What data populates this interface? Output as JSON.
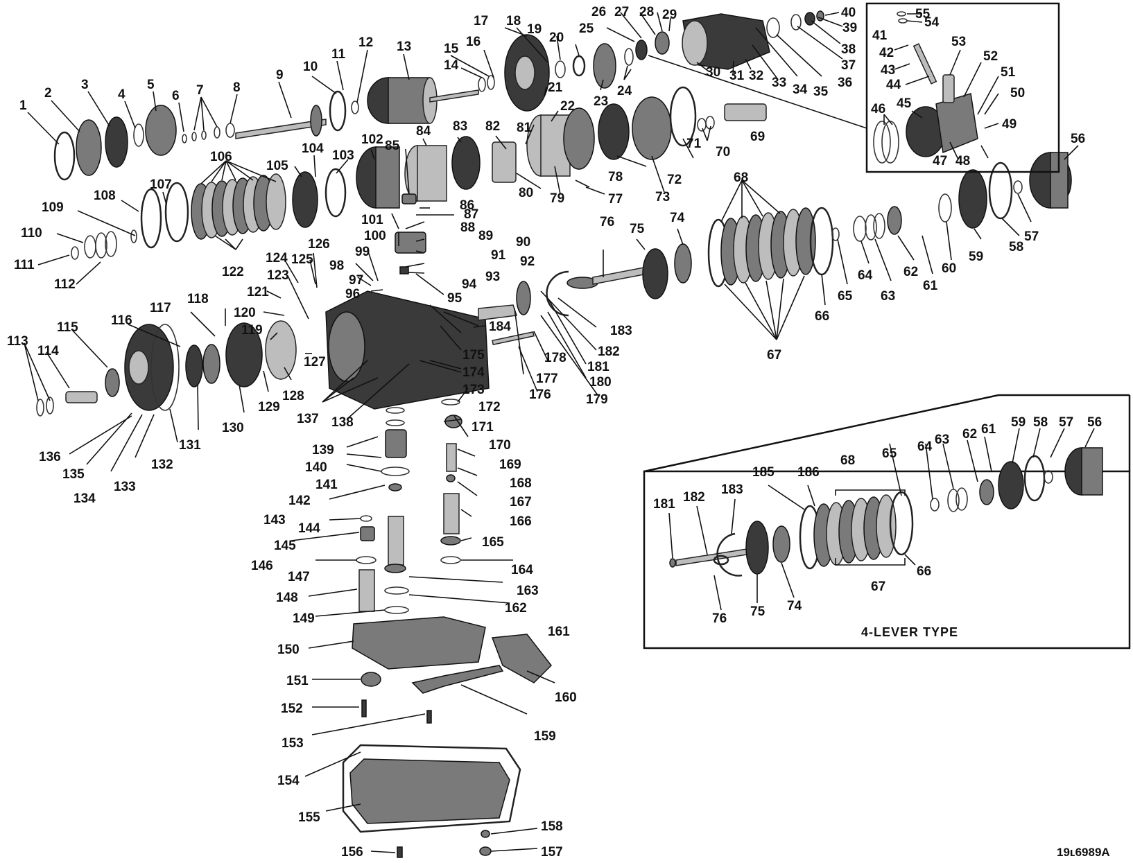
{
  "figure_number": "19ʟ6989A",
  "inset_caption": "4-LEVER TYPE",
  "callouts": {
    "main": [
      "1",
      "2",
      "3",
      "4",
      "5",
      "6",
      "7",
      "8",
      "9",
      "10",
      "11",
      "12",
      "13",
      "14",
      "15",
      "16",
      "17",
      "18",
      "19",
      "20",
      "21",
      "22",
      "23",
      "24",
      "25",
      "26",
      "27",
      "28",
      "29",
      "30",
      "31",
      "32",
      "33",
      "34",
      "35",
      "36",
      "37",
      "38",
      "39",
      "40",
      "56",
      "57",
      "58",
      "59",
      "60",
      "61",
      "62",
      "63",
      "64",
      "65",
      "66",
      "67",
      "68",
      "69",
      "70",
      "71",
      "72",
      "73",
      "74",
      "75",
      "76",
      "77",
      "78",
      "79",
      "80",
      "81",
      "82",
      "83",
      "84",
      "85",
      "86",
      "87",
      "88",
      "89",
      "90",
      "91",
      "92",
      "93",
      "94",
      "95",
      "96",
      "97",
      "98",
      "99",
      "100",
      "101",
      "102",
      "103",
      "104",
      "105",
      "106",
      "107",
      "108",
      "109",
      "110",
      "111",
      "112",
      "113",
      "114",
      "115",
      "116",
      "117",
      "118",
      "119",
      "120",
      "121",
      "122",
      "123",
      "124",
      "125",
      "126",
      "127",
      "128",
      "129",
      "130",
      "131",
      "132",
      "133",
      "134",
      "135",
      "136",
      "137",
      "138",
      "139",
      "140",
      "141",
      "142",
      "143",
      "144",
      "145",
      "146",
      "147",
      "148",
      "149",
      "150",
      "151",
      "152",
      "153",
      "154",
      "155",
      "156",
      "157",
      "158",
      "159",
      "160",
      "161",
      "162",
      "163",
      "164",
      "165",
      "166",
      "167",
      "168",
      "169",
      "170",
      "171",
      "172",
      "173",
      "174",
      "175",
      "176",
      "177",
      "178",
      "179",
      "180",
      "181",
      "182",
      "183",
      "184"
    ],
    "servo_inset": [
      "41",
      "42",
      "43",
      "44",
      "45",
      "46",
      "47",
      "48",
      "49",
      "50",
      "51",
      "52",
      "53",
      "54",
      "55"
    ],
    "lever_inset": [
      "181",
      "182",
      "183",
      "76",
      "75",
      "74",
      "185",
      "186",
      "68",
      "67",
      "66",
      "65",
      "64",
      "63",
      "62",
      "61",
      "59",
      "58",
      "57",
      "56"
    ]
  }
}
